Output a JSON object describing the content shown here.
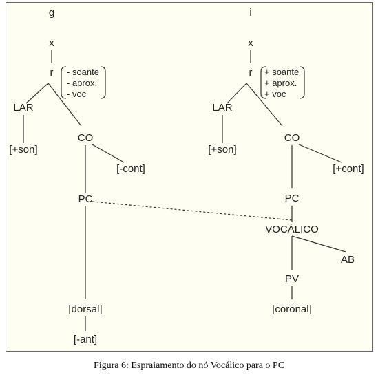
{
  "left_tree": {
    "segment": "g",
    "x": "x",
    "root": "r",
    "root_features": [
      "- soante",
      "- aprox.",
      "- voc"
    ],
    "lar": "LAR",
    "lar_feature": "[+son]",
    "co": "CO",
    "co_feature": "[-cont]",
    "pc": "PC",
    "pc_feature": "[dorsal]",
    "pc_subfeature": "[-ant]"
  },
  "right_tree": {
    "segment": "i",
    "x": "x",
    "root": "r",
    "root_features": [
      "+ soante",
      "+ aprox.",
      "+ voc"
    ],
    "lar": "LAR",
    "lar_feature": "[+son]",
    "co": "CO",
    "co_feature": "[+cont]",
    "pc": "PC",
    "vocalico": "VOCÁLICO",
    "ab": "AB",
    "pv": "PV",
    "pv_feature": "[coronal]"
  },
  "caption": "Figura 6: Espraiamento do nó Vocálico para o PC"
}
